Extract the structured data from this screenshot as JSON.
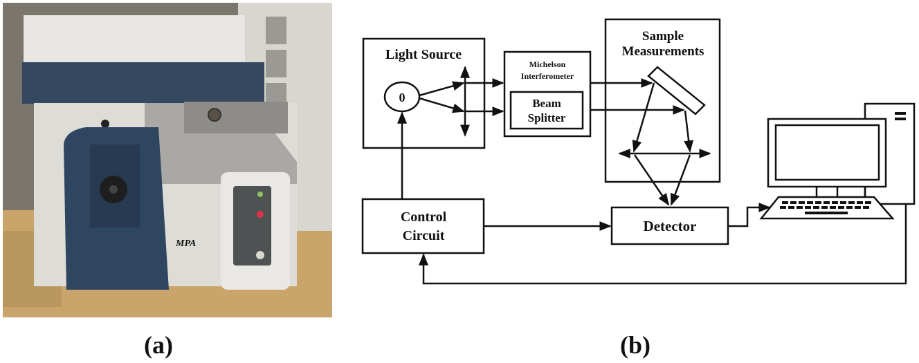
{
  "captions": {
    "a": "(a)",
    "b": "(b)"
  },
  "photo": {
    "subject": "FT-NIR spectrometer instrument",
    "brand_label": "MPA",
    "colors": {
      "body": "#d9d8d4",
      "panel_blue": "#2e4560",
      "steel": "#a7a6a3",
      "desk": "#c9a46b",
      "led_red": "#e2324a",
      "led_green": "#8fc060"
    }
  },
  "diagram": {
    "blocks": {
      "light_source": "Light Source",
      "source_symbol": "0",
      "interferometer": [
        "Michelson",
        "Interferometer"
      ],
      "beam_splitter": [
        "Beam",
        "Splitter"
      ],
      "sample": [
        "Sample",
        "Measurements"
      ],
      "control": [
        "Control",
        "Circuit"
      ],
      "detector": "Detector"
    },
    "computer": {
      "label": "computer"
    },
    "stroke_color": "#111111"
  }
}
